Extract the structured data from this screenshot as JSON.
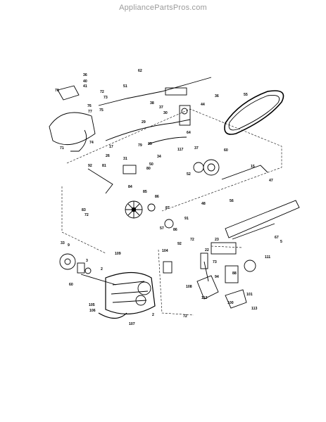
{
  "watermark": {
    "text": "AppliancePartsPros.com"
  },
  "callouts": [
    "36",
    "40",
    "41",
    "70",
    "72",
    "73",
    "76",
    "77",
    "51",
    "62",
    "38",
    "37",
    "30",
    "36",
    "44",
    "55",
    "29",
    "17",
    "26",
    "79",
    "35",
    "34",
    "117",
    "60",
    "92",
    "81",
    "50",
    "52",
    "15",
    "47",
    "31",
    "80",
    "84",
    "85",
    "86",
    "87",
    "83",
    "72",
    "48",
    "56",
    "57",
    "86",
    "91",
    "33",
    "9",
    "3",
    "2",
    "109",
    "104",
    "92",
    "72",
    "22",
    "23",
    "67",
    "5",
    "111",
    "73",
    "94",
    "88",
    "108",
    "112",
    "100",
    "101",
    "113",
    "60",
    "105",
    "106",
    "107",
    "2",
    "72",
    "75",
    "74",
    "71",
    "64",
    "37"
  ],
  "colors": {
    "ink": "#000000",
    "watermark": "#9a9a9a",
    "background": "#ffffff"
  }
}
